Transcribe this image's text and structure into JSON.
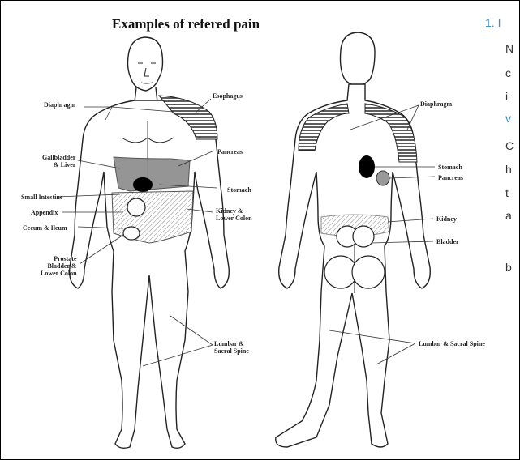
{
  "diagram": {
    "title": "Examples of refered pain",
    "front_labels": {
      "diaphragm": "Diaphragm",
      "esophagus": "Esophagus",
      "gallbladder_liver": "Gallbladder\n& Liver",
      "pancreas": "Pancreas",
      "small_intestine": "Small Intestine",
      "stomach": "Stomach",
      "appendix": "Appendix",
      "kidney_lower_colon": "Kidney &\nLower Colon",
      "cecum_ileum": "Cecum & Ileum",
      "prostate_bladder": "Prostate\nBladder &\nLower Colon",
      "lumbar_sacral": "Lumbar &\nSacral Spine"
    },
    "back_labels": {
      "diaphragm": "Diaphragm",
      "stomach": "Stomach",
      "pancreas": "Pancreas",
      "kidney": "Kidney",
      "bladder": "Bladder",
      "lumbar_sacral": "Lumbar & Sacral Spine"
    }
  },
  "side_text": {
    "heading": "1. I",
    "lines": [
      "N",
      "c",
      "i",
      "v",
      "C",
      "h",
      "t",
      "a",
      "b"
    ]
  },
  "colors": {
    "border": "#000000",
    "side_heading": "#3a8fd0",
    "figure_stroke": "#222222",
    "shading": "#777777"
  }
}
